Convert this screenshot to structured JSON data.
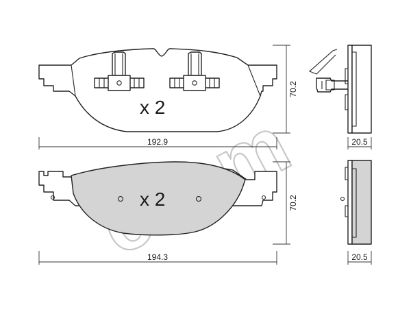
{
  "watermark": {
    "text": "cifam"
  },
  "top_view": {
    "quantity": "x 2",
    "width_dim": "192.9",
    "height_dim": "70.2",
    "thickness_dim": "20.5"
  },
  "bottom_view": {
    "quantity": "x 2",
    "width_dim": "194.3",
    "height_dim": "70.2",
    "thickness_dim": "20.5"
  }
}
